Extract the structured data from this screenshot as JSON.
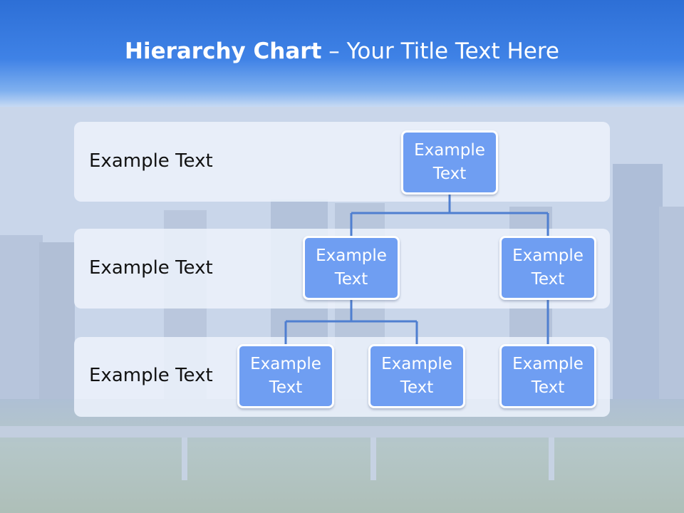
{
  "slide": {
    "title_bold": "Hierarchy Chart",
    "title_rest": " – Your Title Text Here"
  },
  "rows": [
    {
      "label": "Example Text"
    },
    {
      "label": "Example Text"
    },
    {
      "label": "Example Text"
    }
  ],
  "nodes": {
    "root": "Example Text",
    "level2_left": "Example Text",
    "level2_right": "Example Text",
    "level3_a": "Example Text",
    "level3_b": "Example Text",
    "level3_c": "Example Text"
  },
  "colors": {
    "header": "#3f82e6",
    "node_fill": "#6f9ef2",
    "node_border": "#ffffff",
    "connector": "#4f7fd0",
    "band": "#ecf2fc"
  }
}
